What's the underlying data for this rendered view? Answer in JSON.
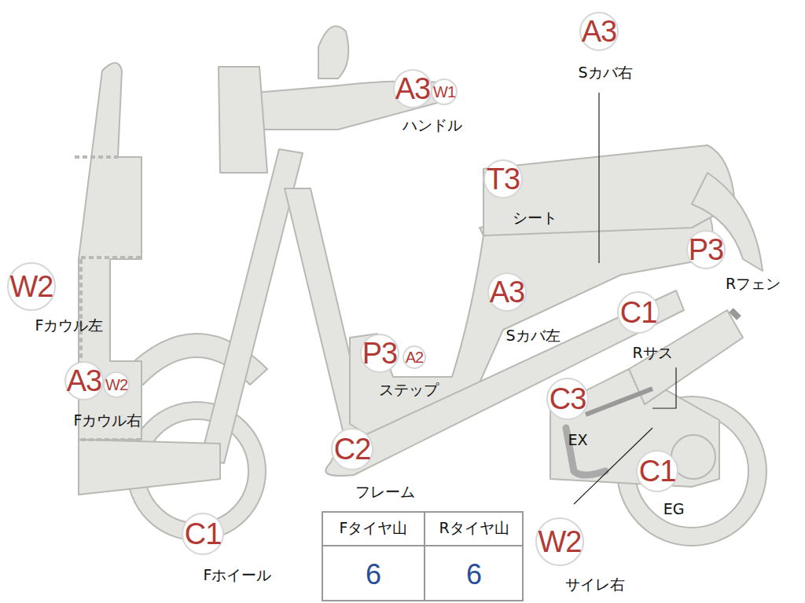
{
  "diagram": {
    "nodes": [
      {
        "text": [
          "A3"
        ]
      },
      {
        "text": [
          "A3"
        ]
      },
      {
        "text": [
          "W1"
        ]
      },
      {
        "text": [
          "T3"
        ]
      },
      {
        "text": [
          "P3"
        ]
      },
      {
        "text": [
          "W2"
        ]
      },
      {
        "text": [
          "A3"
        ]
      },
      {
        "text": [
          "C1"
        ]
      },
      {
        "text": [
          "P3"
        ]
      },
      {
        "text": [
          "A2"
        ]
      },
      {
        "text": [
          "A3"
        ]
      },
      {
        "text": [
          "W2"
        ]
      },
      {
        "text": [
          "C3"
        ]
      },
      {
        "text": [
          "C2"
        ]
      },
      {
        "text": [
          "C1"
        ]
      },
      {
        "text": [
          "C1"
        ]
      },
      {
        "text": [
          "W2"
        ]
      }
    ],
    "labels": [
      "Sカバ右",
      "ハンドル",
      "シート",
      "Rフェン",
      "Fカウル左",
      "Sカバ左",
      "Rサス",
      "ステップ",
      "Fカウル右",
      "EX",
      "フレーム",
      "EG",
      "Fホイール",
      "サイレ右",
      "Fタイヤ山",
      "Rタイヤ山",
      "6",
      "6"
    ]
  }
}
